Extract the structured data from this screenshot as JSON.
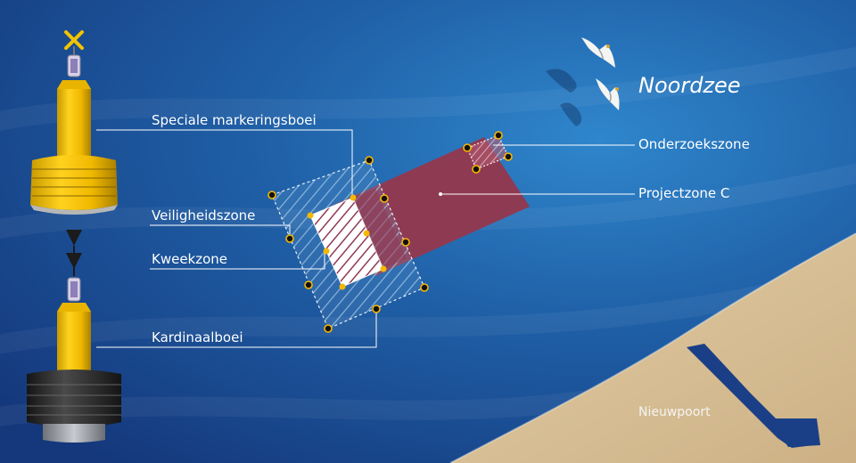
{
  "labels": {
    "sea": "Noordzee",
    "research_zone": "Onderzoekszone",
    "project_zone": "Projectzone C",
    "special_buoy": "Speciale markeringsboei",
    "safety_zone": "Veiligheidszone",
    "breeding_zone": "Kweekzone",
    "cardinal_buoy": "Kardinaalboei",
    "town": "Nieuwpoort"
  },
  "colors": {
    "sea_dark": "#173f86",
    "sea_mid": "#1f5fa6",
    "sea_light": "#2d7cc4",
    "sand": "#d9c39a",
    "project_zone": "#8f3a53",
    "buoy_yellow": "#f3c300",
    "buoy_black": "#2a2a2a",
    "marker_yellow": "#f5b800",
    "marker_black": "#111111",
    "callout_line": "#ffffff"
  },
  "icons": [
    "special-marker-buoy",
    "cardinal-buoy",
    "seagull"
  ]
}
